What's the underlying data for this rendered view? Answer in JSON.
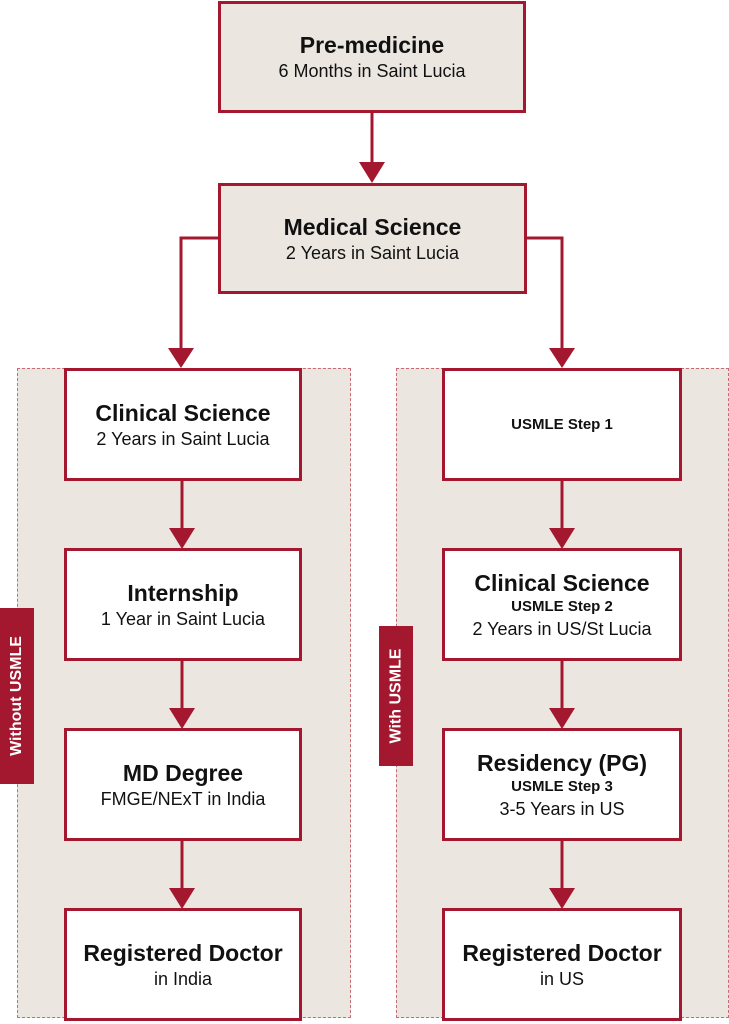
{
  "top": {
    "premed": {
      "title": "Pre-medicine",
      "sub": "6 Months in Saint Lucia"
    },
    "medsci": {
      "title": "Medical Science",
      "sub": "2 Years in Saint Lucia"
    }
  },
  "left": {
    "tab": "Without USMLE",
    "boxes": [
      {
        "title": "Clinical Science",
        "sub": "2 Years in Saint Lucia"
      },
      {
        "title": "Internship",
        "sub": "1 Year in Saint Lucia"
      },
      {
        "title": "MD Degree",
        "sub": "FMGE/NExT in India"
      },
      {
        "title": "Registered Doctor",
        "sub": "in India"
      }
    ]
  },
  "right": {
    "tab": "With USMLE",
    "boxes": [
      {
        "step": "USMLE Step 1"
      },
      {
        "title": "Clinical Science",
        "step": "USMLE Step 2",
        "sub": "2 Years in US/St Lucia"
      },
      {
        "title": "Residency (PG)",
        "step": "USMLE Step 3",
        "sub": "3-5 Years in US"
      },
      {
        "title": "Registered Doctor",
        "sub": "in US"
      }
    ]
  },
  "colors": {
    "accent": "#a3182f",
    "panel": "#ece6e0",
    "dashed": "#c96a78"
  }
}
